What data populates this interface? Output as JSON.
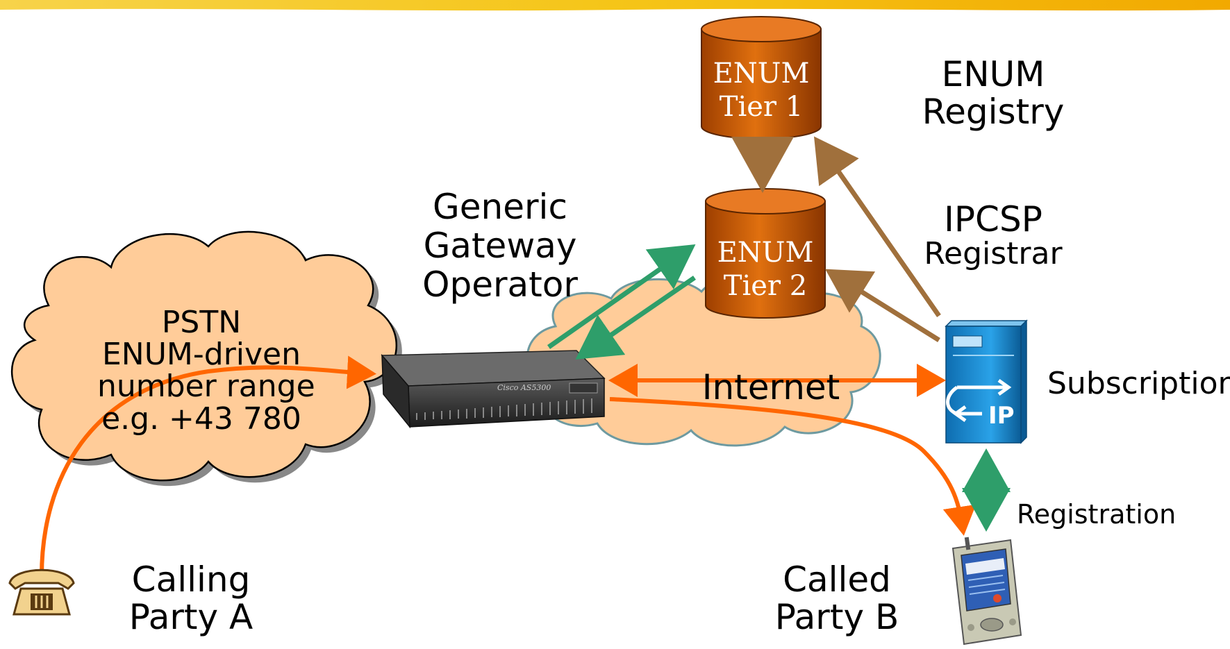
{
  "colors": {
    "cloud_fill": "#FFCC99",
    "cloud_stroke": "#000000",
    "internet_fill": "#FFCC99",
    "internet_stroke": "#6E9AA0",
    "db_fill": "#D35E06",
    "db_top": "#E87A24",
    "brown_arrow": "#A0703C",
    "green_arrow": "#2E9E6A",
    "orange_arrow": "#FF6600",
    "header_band": "#F2B705",
    "server_blue": "#1E8FD6"
  },
  "pstn_cloud": {
    "lines": [
      "PSTN",
      "ENUM-driven",
      "number range",
      "e.g. +43 780"
    ]
  },
  "internet": {
    "label": "Internet"
  },
  "gateway": {
    "title_lines": [
      "Generic",
      "Gateway",
      "Operator"
    ],
    "device_label": "Cisco AS5300"
  },
  "enum_tier1": {
    "line1": "ENUM",
    "line2": "Tier 1"
  },
  "enum_tier2": {
    "line1": "ENUM",
    "line2": "Tier 2"
  },
  "registry": {
    "line1": "ENUM",
    "line2": "Registry"
  },
  "registrar": {
    "line1": "IPCSP",
    "line2": "Registrar"
  },
  "sip_server": {
    "badge": "IP",
    "label": "Subscription"
  },
  "registration": {
    "label": "Registration"
  },
  "calling_party": {
    "line1": "Calling",
    "line2": "Party A",
    "icon": "telephone-icon"
  },
  "called_party": {
    "line1": "Called",
    "line2": "Party B",
    "icon": "pda-icon"
  }
}
